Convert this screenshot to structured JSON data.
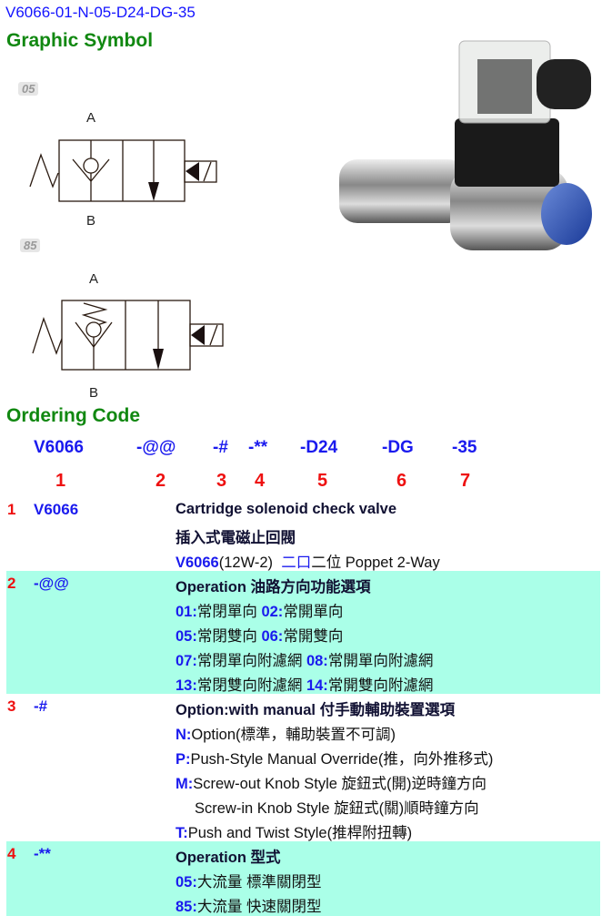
{
  "title": "V6066-01-N-05-D24-DG-35",
  "graphic_symbol_heading": "Graphic Symbol",
  "symbols": [
    {
      "badge": "05",
      "port_a": "A",
      "port_b": "B"
    },
    {
      "badge": "85",
      "port_a": "A",
      "port_b": "B"
    }
  ],
  "ordering_code_heading": "Ordering Code",
  "code_parts": [
    "V6066",
    "-@@",
    "-#",
    "-**",
    "-D24",
    "-DG",
    "-35"
  ],
  "code_numbers": [
    "1",
    "2",
    "3",
    "4",
    "5",
    "6",
    "7"
  ],
  "rows": [
    {
      "num": "1",
      "code": "V6066",
      "title": "Cartridge solenoid check valve",
      "line2": "插入式電磁止回閥",
      "line3_code": "V6066",
      "line3_a": "(12W-2)",
      "line3_b": "二口",
      "line3_c": "二位 Poppet 2-Way"
    },
    {
      "num": "2",
      "code": "-@@",
      "title": "Operation 油路方向功能選項",
      "options": [
        {
          "k1": "01:",
          "v1": "常閉單向",
          "k2": "02:",
          "v2": "常開單向"
        },
        {
          "k1": "05:",
          "v1": "常閉雙向",
          "k2": "06:",
          "v2": "常開雙向"
        },
        {
          "k1": "07:",
          "v1": "常閉單向附濾網",
          "k2": "08:",
          "v2": "常開單向附濾網"
        },
        {
          "k1": "13:",
          "v1": "常閉雙向附濾網",
          "k2": "14:",
          "v2": "常開雙向附濾網"
        }
      ]
    },
    {
      "num": "3",
      "code": "-#",
      "title": "Option:with manual 付手動輔助裝置選項",
      "options": [
        {
          "k": "N:",
          "v": "Option(標準，輔助裝置不可調)"
        },
        {
          "k": "P:",
          "v": "Push-Style Manual Override(推，向外推移式)"
        },
        {
          "k": "M:",
          "v": "Screw-out Knob Style 旋鈕式(開)逆時鐘方向"
        },
        {
          "k": "",
          "v": "Screw-in Knob Style 旋鈕式(關)順時鐘方向"
        },
        {
          "k": "T:",
          "v": "Push and Twist Style(推桿附扭轉)"
        }
      ]
    },
    {
      "num": "4",
      "code": "-**",
      "title": "Operation 型式",
      "options": [
        {
          "k": "05:",
          "v": "大流量 標準關閉型"
        },
        {
          "k": "85:",
          "v": "大流量 快速關閉型"
        }
      ]
    }
  ]
}
